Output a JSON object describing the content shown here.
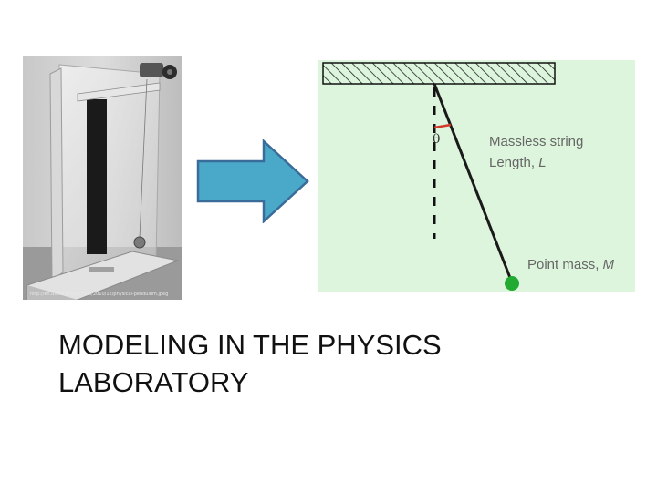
{
  "photo": {
    "caption": "http://en.demo.phy.hu/files/2010/12/physical-pendulum.jpeg"
  },
  "arrow": {
    "fill": "#4aa8c8",
    "stroke": "#3a6c9a"
  },
  "diagram": {
    "background": "#ddf5dd",
    "theta_symbol": "θ",
    "string_label_line1": "Massless string",
    "string_label_line2_prefix": "Length, ",
    "string_label_line2_var": "L",
    "mass_label_prefix": "Point mass, ",
    "mass_label_var": "M",
    "mass_color": "#22aa33",
    "angle_arc_color": "#d23a2a"
  },
  "title": {
    "line1": "MODELING IN THE PHYSICS",
    "line2": "LABORATORY"
  }
}
